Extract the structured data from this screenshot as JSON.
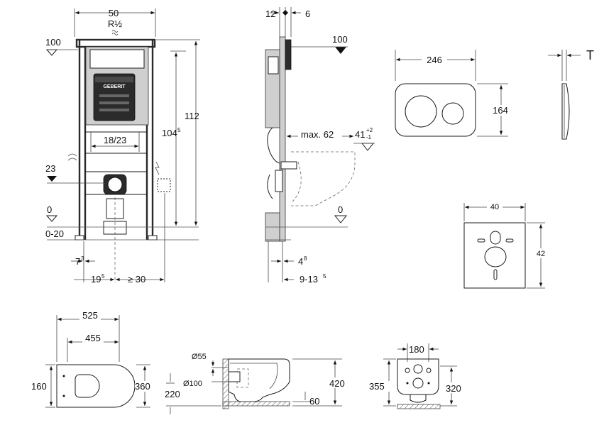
{
  "frame_front": {
    "width": "50",
    "pipe": "R½",
    "level_top": "100",
    "height_total": "112",
    "height_inner": "104",
    "height_inner_sup": "5",
    "flush_range": "18/23",
    "level_waste": "23",
    "level_floor": "0",
    "floor_range": "0-20",
    "offset_a": "7",
    "offset_a_sup": "3",
    "offset_b": "19",
    "offset_b_sup": "5",
    "offset_c": "≥ 30",
    "brand": "GEBERIT"
  },
  "frame_side": {
    "depth_a": "12",
    "depth_b": "6",
    "level_top": "100",
    "max_label": "max. 62",
    "waste_height": "41",
    "waste_tol_plus": "+2",
    "waste_tol_minus": "-1",
    "level_floor": "0",
    "offset_a": "4",
    "offset_a_sup": "8",
    "offset_b": "9-13",
    "offset_b_sup": "5"
  },
  "flush_plate": {
    "width": "246",
    "height": "164",
    "thickness": "T"
  },
  "sound_pad": {
    "width": "40",
    "height": "42"
  },
  "toilet_top": {
    "length_total": "525",
    "length_inner": "455",
    "width_left": "160",
    "width_right": "360"
  },
  "toilet_side": {
    "d_small": "Ø55",
    "d_large": "Ø100",
    "h_bottom": "220",
    "h_total": "420",
    "h_outlet": "60"
  },
  "toilet_back": {
    "spacing": "180",
    "h_left": "355",
    "h_right": "320"
  }
}
